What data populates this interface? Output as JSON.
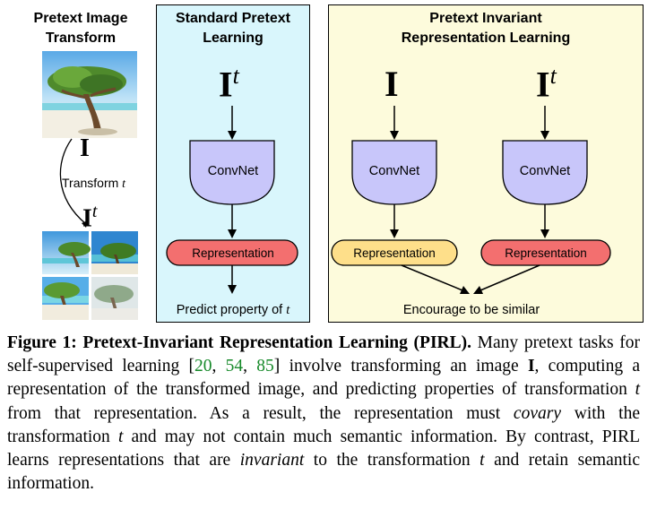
{
  "figure": {
    "left_panel": {
      "title_line1": "Pretext Image",
      "title_line2": "Transform",
      "image_symbol": "I",
      "transform_label_prefix": "Transform ",
      "transform_var": "t",
      "transformed_symbol": "I",
      "transformed_sup": "t"
    },
    "standard_panel": {
      "title_line1": "Standard Pretext",
      "title_line2": "Learning",
      "input_symbol": "I",
      "input_sup": "t",
      "convnet_label": "ConvNet",
      "representation_label": "Representation",
      "output_label_prefix": "Predict property of ",
      "output_var": "t",
      "bg_color": "#d9f6fc"
    },
    "pirl_panel": {
      "title_line1": "Pretext Invariant",
      "title_line2": "Representation Learning",
      "input_left_symbol": "I",
      "input_right_symbol": "I",
      "input_right_sup": "t",
      "convnet_left_label": "ConvNet",
      "convnet_right_label": "ConvNet",
      "representation_left_label": "Representation",
      "representation_right_label": "Representation",
      "output_label": "Encourage to be similar",
      "bg_color": "#fdfbdc"
    },
    "colors": {
      "convnet_fill": "#c8c6fa",
      "representation_red": "#f36f6f",
      "representation_yellow": "#fedf8a"
    },
    "icons": [
      "tree-photo",
      "augmented-tree-photos"
    ]
  },
  "caption": {
    "label": "Figure 1: Pretext-Invariant Representation Learning (PIRL).",
    "t1": " Many pretext tasks for self-supervised learning [",
    "ref1": "20",
    "sep1": ", ",
    "ref2": "54",
    "sep2": ", ",
    "ref3": "85",
    "t2": "] involve transforming an image ",
    "sym_I": "I",
    "t3": ", computing a representation of the transformed image, and predicting properties of transformation ",
    "sym_t1": "t",
    "t4": " from that representation. As a result, the representation must ",
    "covary": "covary",
    "t5": " with the transformation ",
    "sym_t2": "t",
    "t6": " and may not contain much semantic information. By contrast, PIRL learns representations that are ",
    "invariant": "invariant",
    "t7": " to the transformation ",
    "sym_t3": "t",
    "t8": " and retain semantic information."
  }
}
